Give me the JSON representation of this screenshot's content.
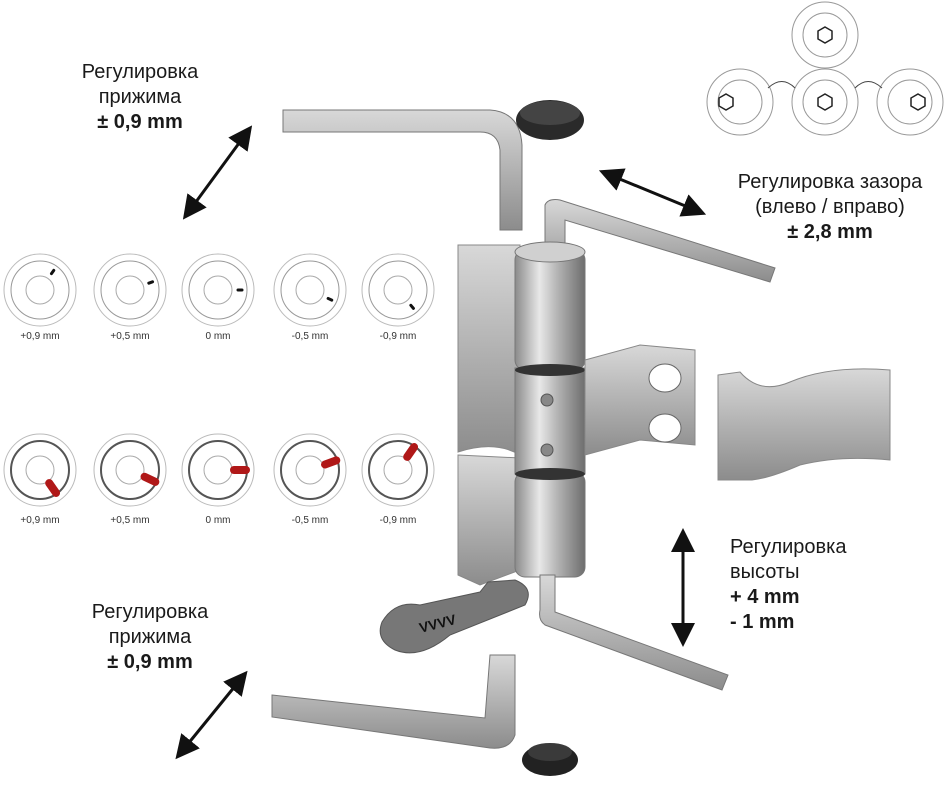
{
  "annotations": {
    "top_left": {
      "line1": "Регулировка",
      "line2": "прижима",
      "line3": "± 0,9 mm"
    },
    "top_right": {
      "line1": "Регулировка зазора",
      "line2": "(влево / вправо)",
      "line3": "± 2,8 mm"
    },
    "bottom_right": {
      "line1": "Регулировка",
      "line2": "высоты",
      "line3": "+ 4 mm",
      "line4": "- 1 mm"
    },
    "bottom_left": {
      "line1": "Регулировка",
      "line2": "прижима",
      "line3": "± 0,9 mm"
    }
  },
  "dial_row_top": {
    "labels": [
      "+0,9 mm",
      "+0,5 mm",
      "0 mm",
      "-0,5 mm",
      "-0,9 mm"
    ],
    "marker_color": "#111111"
  },
  "dial_row_bottom": {
    "labels": [
      "+0,9 mm",
      "+0,5 mm",
      "0 mm",
      "-0,5 mm",
      "-0,9 mm"
    ],
    "marker_color": "#b01818"
  },
  "wrench_logo": "VVVV"
}
